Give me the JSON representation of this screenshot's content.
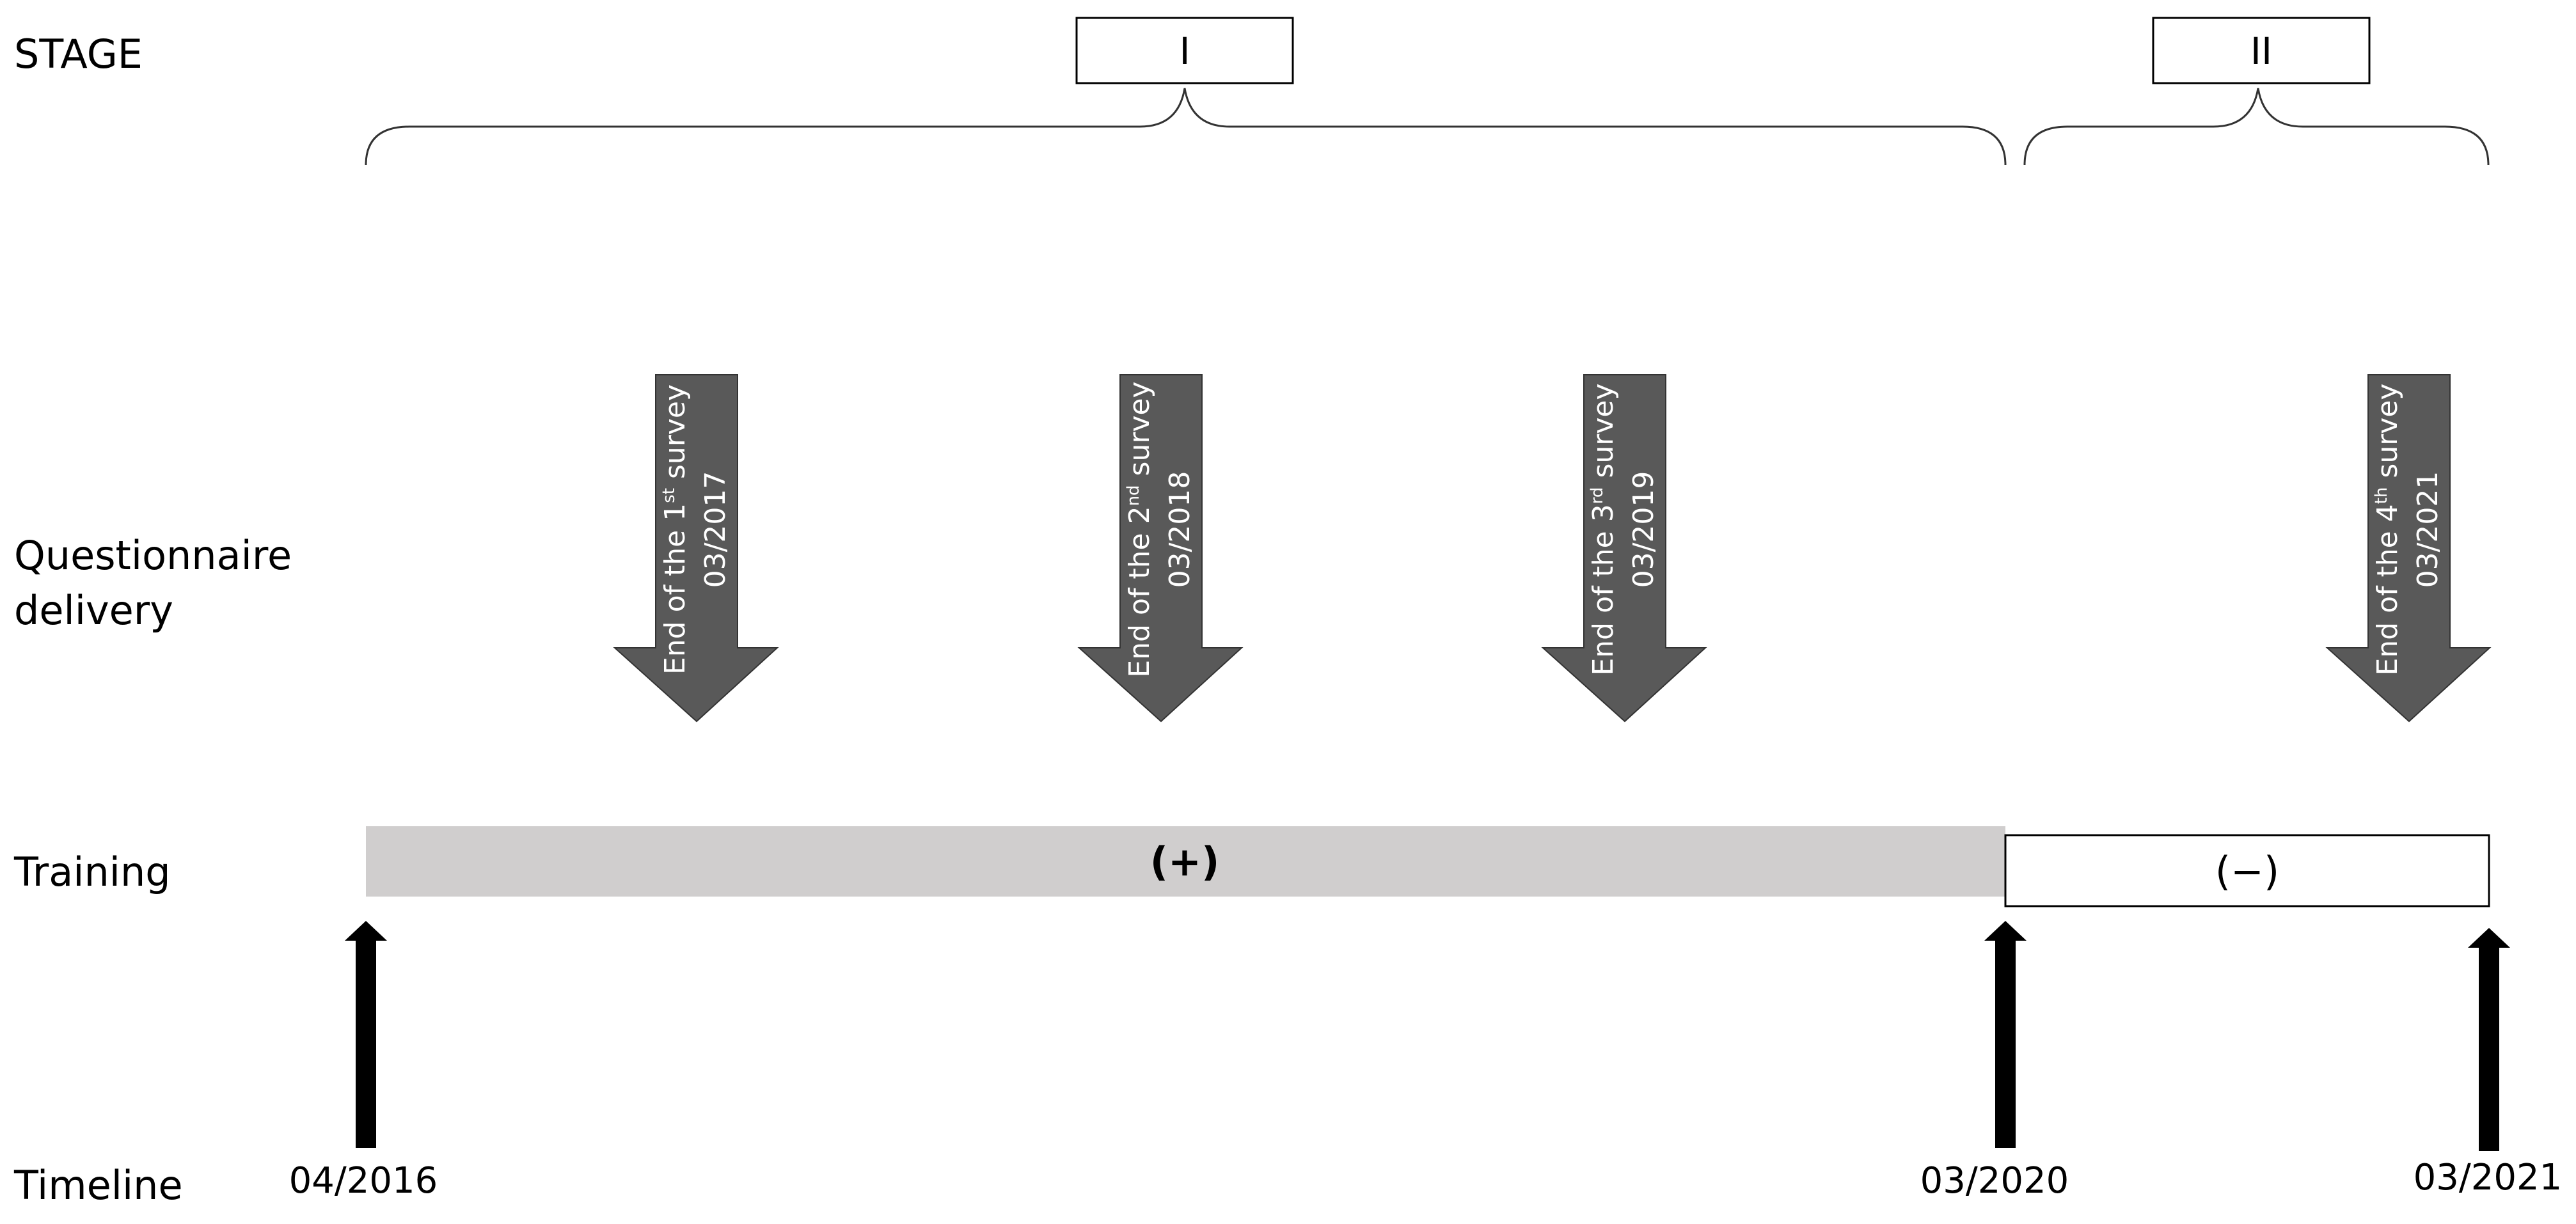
{
  "rows": {
    "stage": "STAGE",
    "questionnaire_line1": "Questionnaire",
    "questionnaire_line2": "delivery",
    "training": "Training",
    "timeline": "Timeline"
  },
  "stages": [
    {
      "label": "I"
    },
    {
      "label": "II"
    }
  ],
  "surveys": [
    {
      "prefix": "End of the 1",
      "ordinal": "st",
      "suffix": " survey",
      "date": "03/2017"
    },
    {
      "prefix": "End of the 2",
      "ordinal": "nd",
      "suffix": " survey",
      "date": "03/2018"
    },
    {
      "prefix": "End of the 3",
      "ordinal": "rd",
      "suffix": " survey",
      "date": "03/2019"
    },
    {
      "prefix": "End of the 4",
      "ordinal": "th",
      "suffix": " survey",
      "date": "03/2021"
    }
  ],
  "training": {
    "with": "(+)",
    "without": "(−)"
  },
  "timeline": [
    "04/2016",
    "03/2020",
    "03/2021"
  ],
  "colors": {
    "arrow_fill": "#595959",
    "training_bar_fill": "#d0cece",
    "timeline_arrow": "#000000"
  }
}
